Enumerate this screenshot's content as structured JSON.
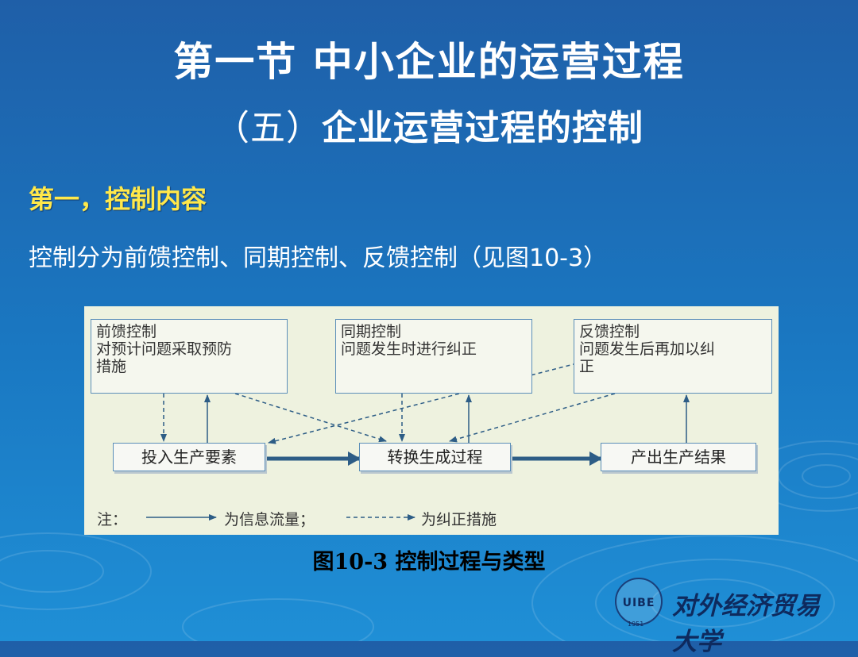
{
  "slide": {
    "title": "第一节 中小企业的运营过程",
    "subtitle_paren": "（五）",
    "subtitle": "企业运营过程的控制",
    "heading": "第一，控制内容",
    "description": "控制分为前馈控制、同期控制、反馈控制（见图10-3）"
  },
  "diagram": {
    "control_boxes": [
      {
        "title": "前馈控制",
        "lines": [
          "对预计问题采取预防",
          "措施"
        ]
      },
      {
        "title": "同期控制",
        "lines": [
          "问题发生时进行纠正"
        ]
      },
      {
        "title": "反馈控制",
        "lines": [
          "问题发生后再加以纠",
          "正"
        ]
      }
    ],
    "flow_boxes": [
      "投入生产要素",
      "转换生成过程",
      "产出生产结果"
    ],
    "legend": {
      "prefix": "注：",
      "solid_label": "为信息流量；",
      "dashed_label": "为纠正措施"
    }
  },
  "caption": "图10-3  控制过程与类型",
  "logo": {
    "abbr": "UIBE",
    "year": "1951",
    "name": "对外经济贸易大学"
  },
  "colors": {
    "background": "#1a78c2",
    "title_text": "#ffffff",
    "heading_text": "#ffe84a",
    "diagram_bg": "#eef2df",
    "diagram_arrow": "#2d5d86"
  }
}
